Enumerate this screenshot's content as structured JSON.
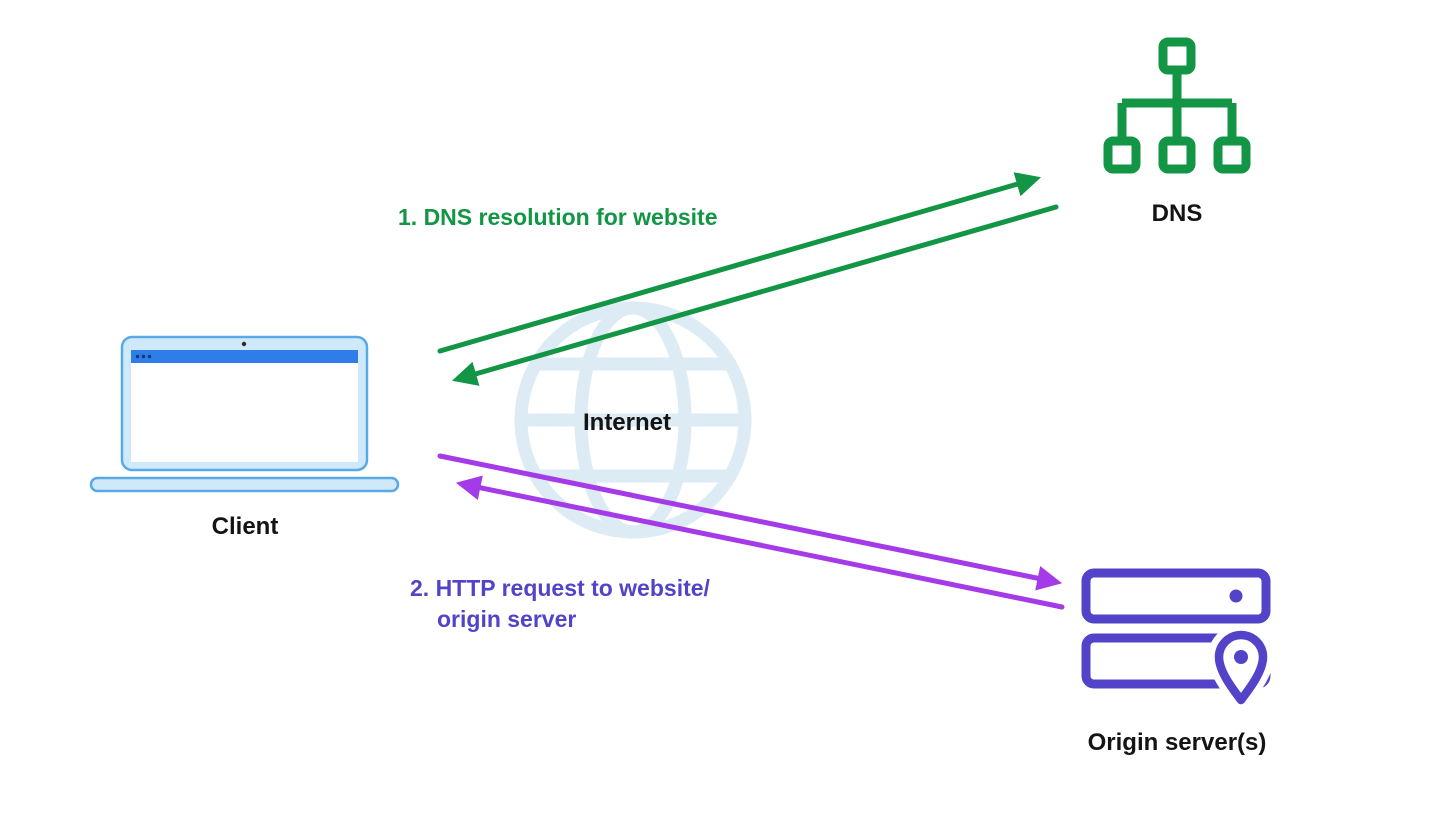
{
  "labels": {
    "client": "Client",
    "internet": "Internet",
    "dns": "DNS",
    "origin": "Origin server(s)",
    "step1": "1. DNS resolution for website",
    "step2_line1": "2. HTTP request to website/",
    "step2_line2": "origin server"
  },
  "icons": {
    "client": "laptop-icon",
    "internet": "globe-icon",
    "dns": "sitemap-icon",
    "origin": "server-with-location-pin-icon"
  },
  "colors": {
    "background": "#ffffff",
    "text": "#141414",
    "green": "#129544",
    "purple-arrow": "#a43ae8",
    "purple": "#5243c9",
    "laptop-fill": "#cfe9fb",
    "laptop-border": "#5aa9e6",
    "laptop-titlebar": "#2e7de9",
    "globe": "#dcebf4"
  }
}
